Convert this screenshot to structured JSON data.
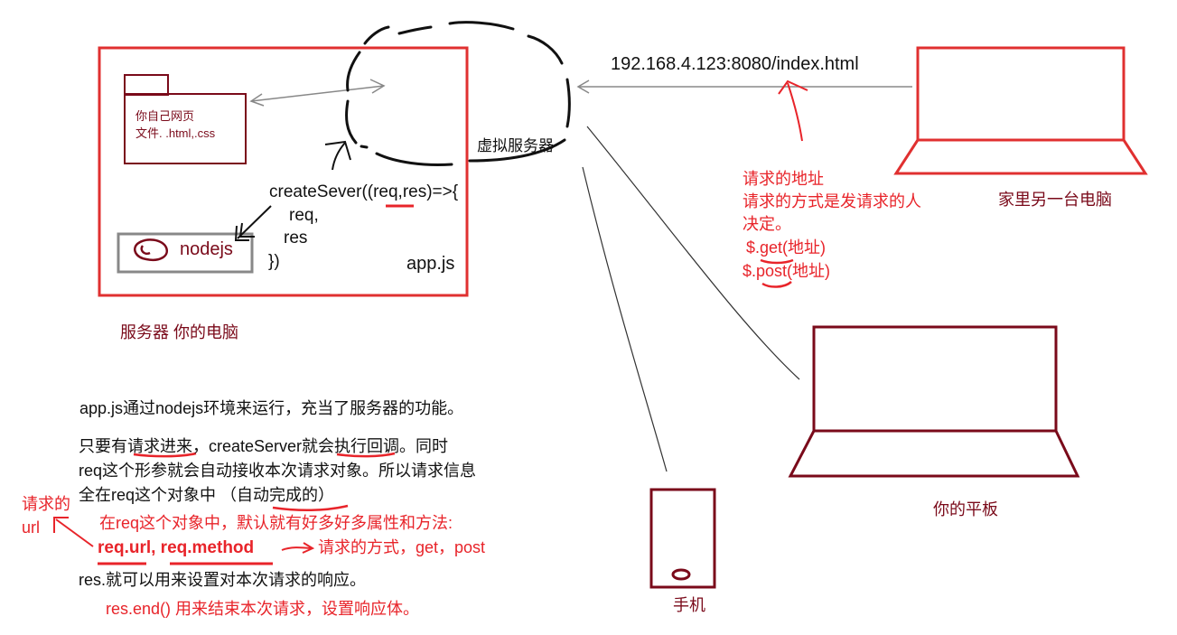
{
  "server": {
    "file_box": "你自己网页\n文件. .html,.css",
    "file_box_line1": "你自己网页",
    "file_box_line2": "文件. .html,.css",
    "code_line1": "createSever((req,res)=>{",
    "code_line2": "req,",
    "code_line3": "res",
    "code_line4": "})",
    "nodejs_label": "nodejs",
    "appjs_label": "app.js",
    "caption": "服务器 你的电脑"
  },
  "virtual_server_label": "虚拟服务器",
  "url_label": "192.168.4.123:8080/index.html",
  "request_notes": {
    "line1": "请求的地址",
    "line2": "请求的方式是发请求的人",
    "line3": "决定。",
    "line4": "$.get(地址)",
    "line5": "$.post(地址)"
  },
  "devices": {
    "computer_label": "家里另一台电脑",
    "tablet_label": "你的平板",
    "phone_label": "手机"
  },
  "explanation": {
    "p1": "app.js通过nodejs环境来运行，充当了服务器的功能。",
    "p2_line1": "只要有请求进来，createServer就会执行回调。同时",
    "p2_line2": "req这个形参就会自动接收本次请求对象。所以请求信息",
    "p2_line3": "全在req这个对象中 （自动完成的）",
    "red_line1": "在req这个对象中，默认就有好多好多属性和方法:",
    "red_line2_a": "req.url, req.method",
    "red_line2_b": "请求的方式，get，post",
    "p3": "res.就可以用来设置对本次请求的响应。",
    "red_line3": "res.end() 用来结束本次请求，设置响应体。",
    "side_note_line1": "请求的",
    "side_note_line2": "url"
  },
  "colors": {
    "dark_red": "#7a0a1a",
    "bright_red": "#e8242a",
    "server_box": "#e03030",
    "grey": "#888888"
  }
}
